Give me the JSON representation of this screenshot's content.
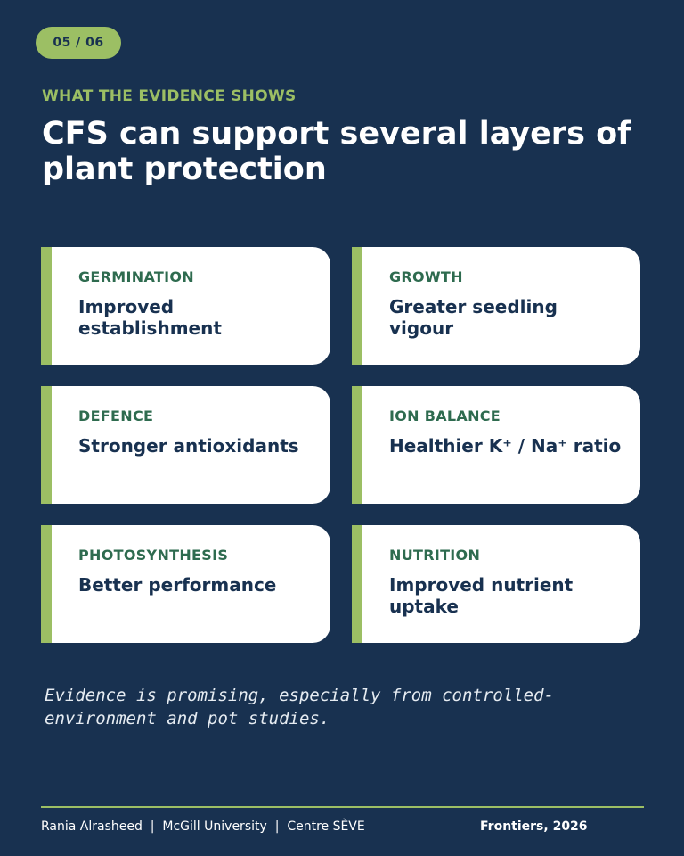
{
  "badge": "05 / 06",
  "eyebrow": "WHAT THE EVIDENCE SHOWS",
  "title": "CFS can support several layers of plant protection",
  "cards": [
    {
      "label": "GERMINATION",
      "text": "Improved establishment"
    },
    {
      "label": "GROWTH",
      "text": "Greater seedling vigour"
    },
    {
      "label": "DEFENCE",
      "text": "Stronger antioxidants"
    },
    {
      "label": "ION BALANCE",
      "text": "Healthier K⁺ / Na⁺ ratio"
    },
    {
      "label": "PHOTOSYNTHESIS",
      "text": "Better performance"
    },
    {
      "label": "NUTRITION",
      "text": "Improved nutrient uptake"
    }
  ],
  "note": "Evidence is promising, especially from controlled-environment and pot studies.",
  "footer": {
    "author": "Rania Alrasheed",
    "affiliation": "McGill University",
    "centre": "Centre SÈVE",
    "separator": "|",
    "citation": "Frontiers, 2026"
  },
  "colors": {
    "background": "#183150",
    "accent": "#9cbf64",
    "label": "#2e6b4f"
  }
}
